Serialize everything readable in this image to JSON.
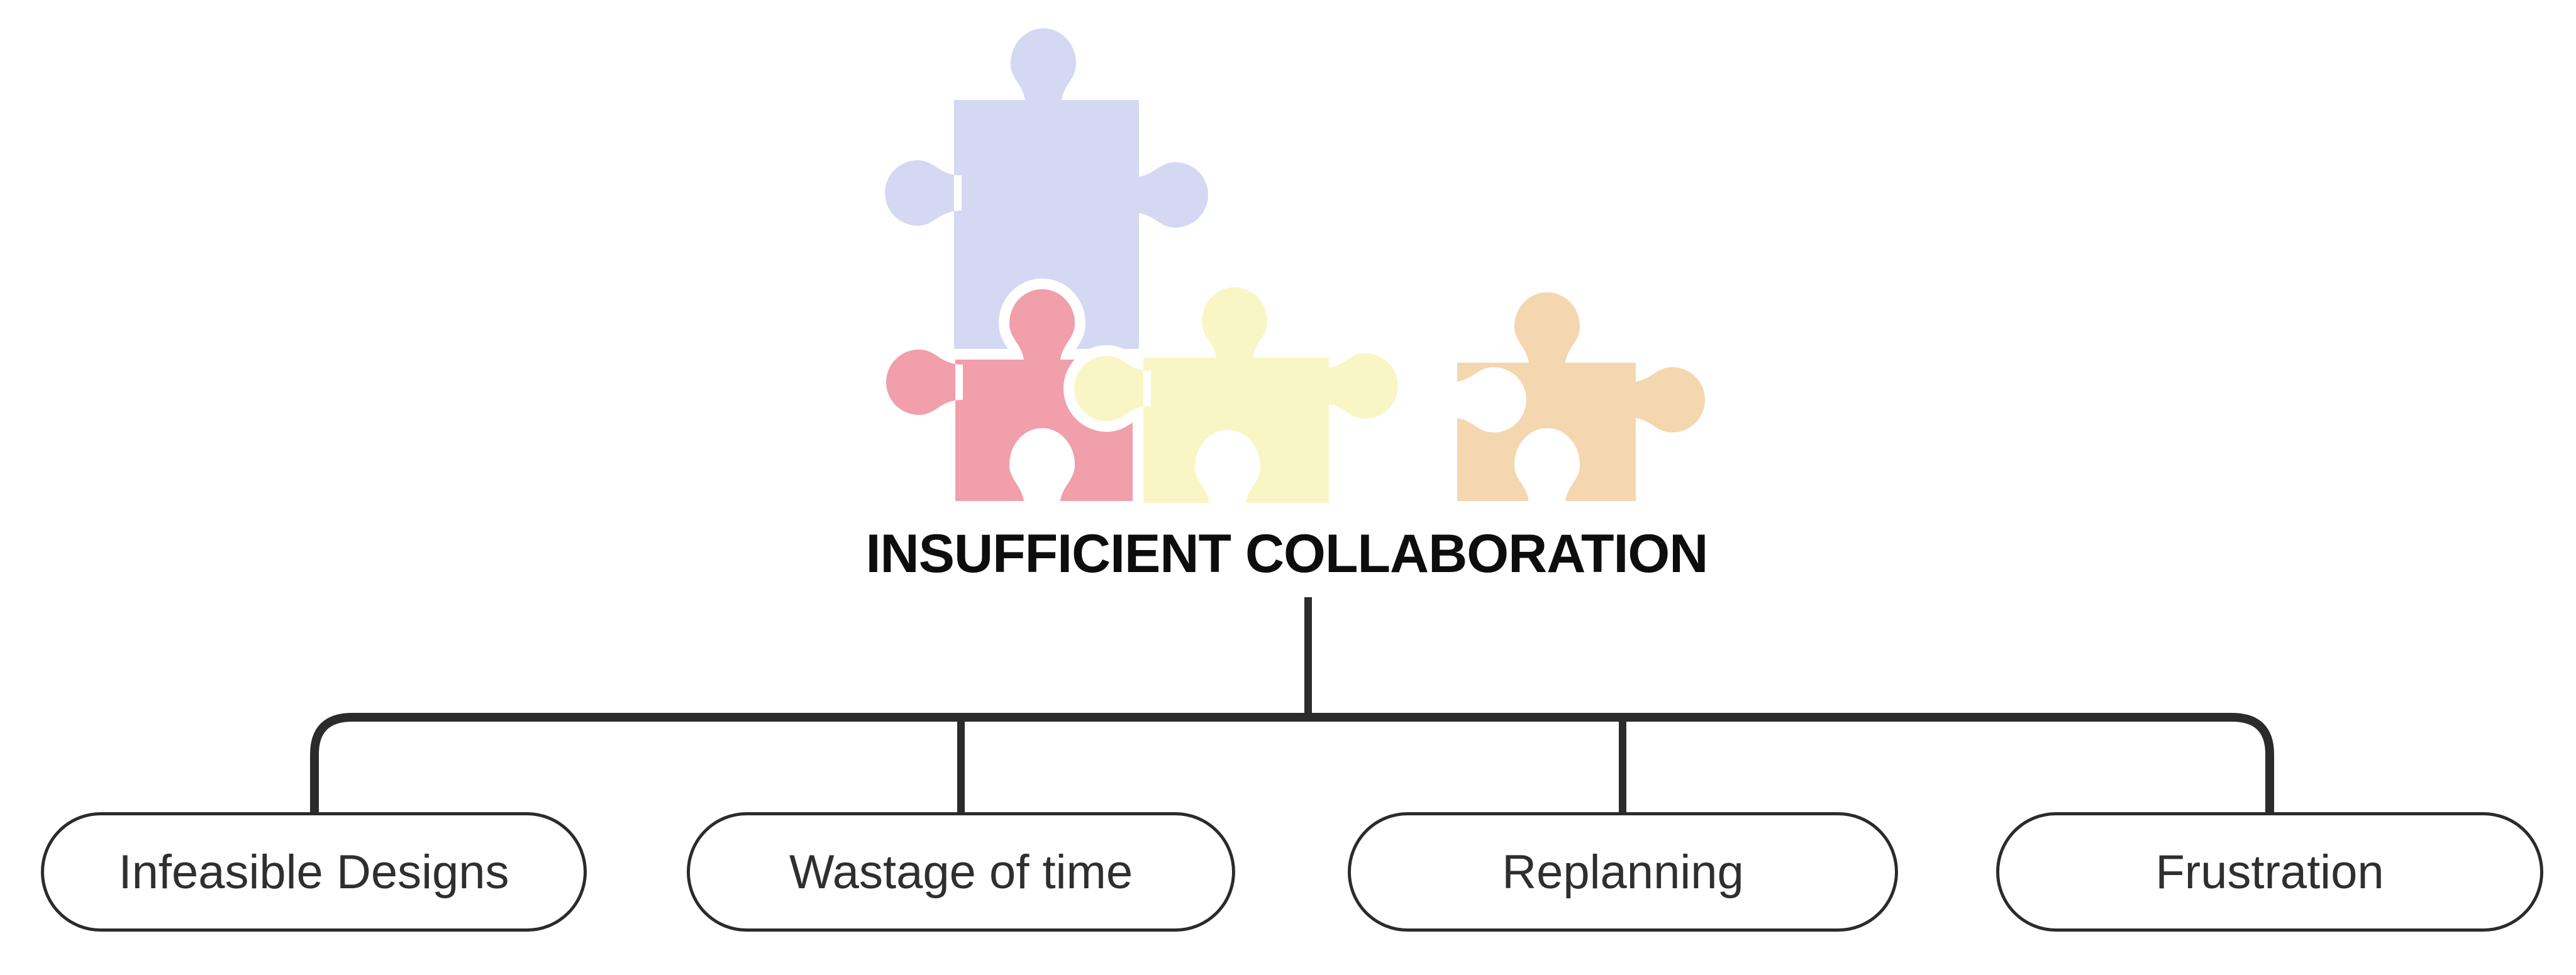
{
  "title": "INSUFFICIENT COLLABORATION",
  "nodes": [
    {
      "label": "Infeasible Designs"
    },
    {
      "label": "Wastage of time"
    },
    {
      "label": "Replanning"
    },
    {
      "label": "Frustration"
    }
  ],
  "colors": {
    "line": "#2b2b2b",
    "node_border": "#2b2b2b",
    "node_text": "#2f2f2f",
    "title_text": "#0d0d0d",
    "background": "#ffffff"
  },
  "illustration": {
    "name": "jigsaw-puzzle-pieces",
    "pieces": [
      {
        "name": "lavender-piece",
        "color": "#d4d8f2"
      },
      {
        "name": "pink-piece",
        "color": "#f09fab"
      },
      {
        "name": "yellow-piece",
        "color": "#f9f6c5"
      },
      {
        "name": "orange-piece",
        "color": "#f4d7ae"
      }
    ]
  }
}
